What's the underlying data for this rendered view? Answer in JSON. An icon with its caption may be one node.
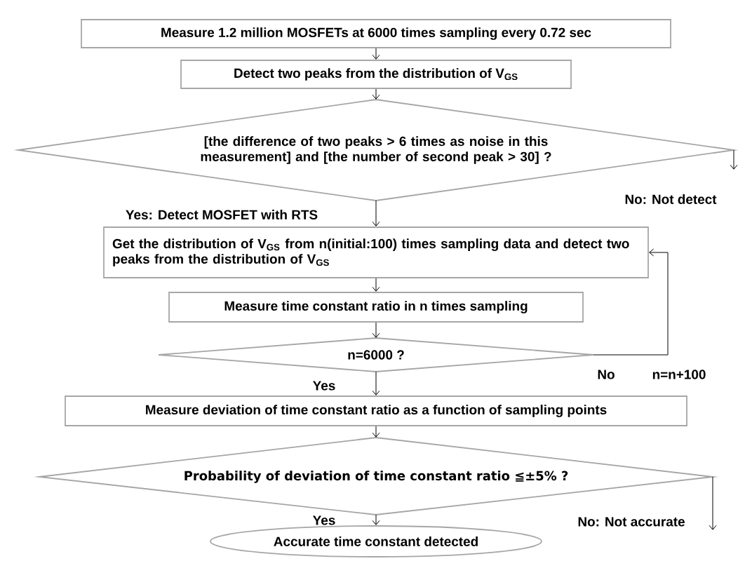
{
  "diagram": {
    "nodes": [
      {
        "text": [
          "Measure 1.2 million MOSFETs  at 6000 times sampling every 0.72 sec"
        ]
      },
      {
        "text": [
          "Detect two peaks from the distribution of V$_{GS}$"
        ]
      },
      {
        "text": [
          "[the difference of two peaks > 6 times as noise in this measurement] and [the number of second peak > 30] ?"
        ]
      },
      {
        "text": [
          "Get the distribution of V$_{GS}$ from n(initial:100) times sampling data and detect two peaks from the distribution of V$_{GS}$"
        ]
      },
      {
        "text": [
          "Measure time constant ratio in n times sampling"
        ]
      },
      {
        "text": [
          "n=6000 ?"
        ]
      },
      {
        "text": [
          "Measure deviation of time constant ratio as a function of sampling points"
        ]
      },
      {
        "text": [
          "Probability of deviation of time constant ratio ≦±5% ?"
        ]
      },
      {
        "text": [
          "Accurate time constant detected"
        ]
      }
    ],
    "edges": [
      {
        "from": 0,
        "to": 1,
        "arrow": "to"
      },
      {
        "from": 1,
        "to": 2,
        "arrow": "to"
      },
      {
        "from": 2,
        "to": 3,
        "arrow": "to",
        "label": "Yes: Detect MOSFET with RTS"
      },
      {
        "from": 2,
        "to": null,
        "arrow": "to",
        "label": "No: Not detect"
      },
      {
        "from": 3,
        "to": 4,
        "arrow": "to"
      },
      {
        "from": 4,
        "to": 5,
        "arrow": "to"
      },
      {
        "from": 5,
        "to": 3,
        "arrow": "to",
        "label": "No"
      },
      {
        "from": 5,
        "to": 6,
        "arrow": "to",
        "label": "Yes"
      },
      {
        "from": 6,
        "to": 7,
        "arrow": "to"
      },
      {
        "from": 7,
        "to": 8,
        "arrow": "to",
        "label": "Yes"
      },
      {
        "from": 7,
        "to": null,
        "arrow": "to",
        "label": "No: Not accurate"
      }
    ],
    "labels": [
      "n=n+100"
    ]
  }
}
